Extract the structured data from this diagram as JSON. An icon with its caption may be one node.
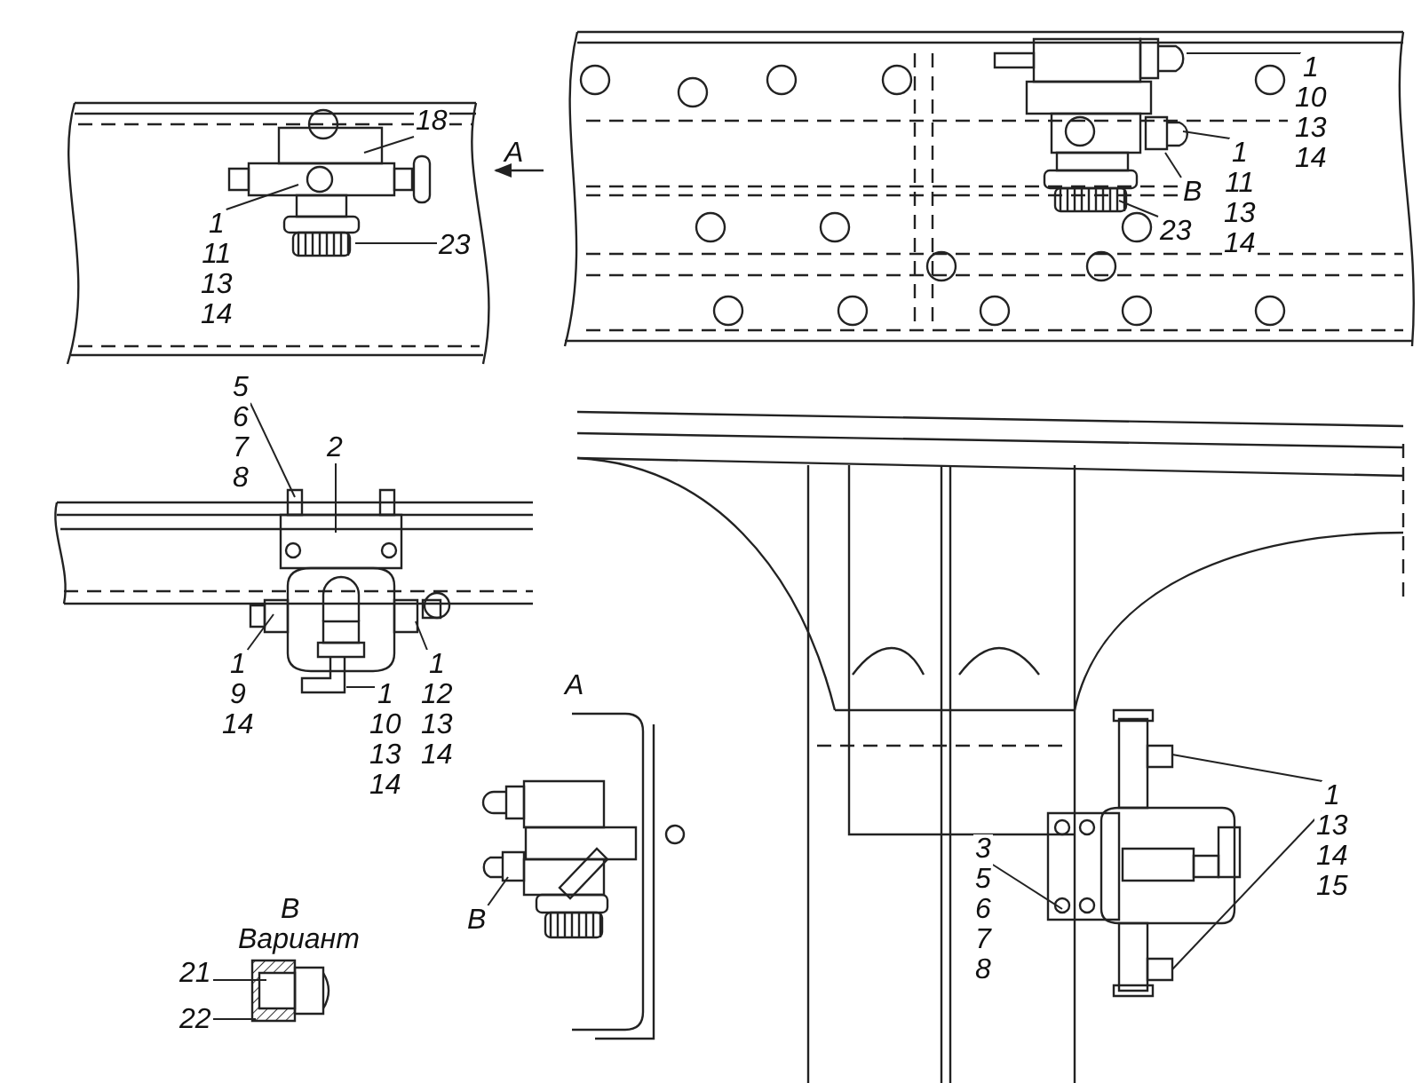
{
  "diagram": {
    "nodes": [
      {
        "text": [
          "18"
        ]
      },
      {
        "text": [
          "1",
          "11",
          "13",
          "14"
        ]
      },
      {
        "text": [
          "23"
        ]
      },
      {
        "text": [
          "1",
          "10",
          "13",
          "14"
        ]
      },
      {
        "text": [
          "1",
          "11",
          "13",
          "14"
        ]
      },
      {
        "text": [
          "B"
        ]
      },
      {
        "text": [
          "23"
        ]
      },
      {
        "text": [
          "5",
          "6",
          "7",
          "8"
        ]
      },
      {
        "text": [
          "2"
        ]
      },
      {
        "text": [
          "1",
          "9",
          "14"
        ]
      },
      {
        "text": [
          "1",
          "10",
          "13",
          "14"
        ]
      },
      {
        "text": [
          "1",
          "12",
          "13",
          "14"
        ]
      },
      {
        "text": [
          "B"
        ]
      },
      {
        "text": [
          "21"
        ]
      },
      {
        "text": [
          "22"
        ]
      },
      {
        "text": [
          "3",
          "5",
          "6",
          "7",
          "8"
        ]
      },
      {
        "text": [
          "1",
          "13",
          "14",
          "15"
        ]
      },
      {
        "text": [],
        "shape": "picture"
      },
      {
        "text": [],
        "shape": "picture"
      },
      {
        "text": [],
        "shape": "picture"
      },
      {
        "text": [],
        "shape": "picture"
      },
      {
        "text": [],
        "shape": "picture"
      },
      {
        "text": [],
        "shape": "picture"
      }
    ],
    "edges": [
      {
        "from": 0,
        "to": 17,
        "arrow": "none"
      },
      {
        "from": 1,
        "to": 17,
        "arrow": "none"
      },
      {
        "from": 2,
        "to": 17,
        "arrow": "none"
      },
      {
        "from": 3,
        "to": 18,
        "arrow": "none"
      },
      {
        "from": 4,
        "to": 18,
        "arrow": "none"
      },
      {
        "from": 5,
        "to": 18,
        "arrow": "none"
      },
      {
        "from": 6,
        "to": 18,
        "arrow": "none"
      },
      {
        "from": 7,
        "to": 19,
        "arrow": "none"
      },
      {
        "from": 8,
        "to": 19,
        "arrow": "none"
      },
      {
        "from": 9,
        "to": 19,
        "arrow": "none"
      },
      {
        "from": 10,
        "to": 19,
        "arrow": "none"
      },
      {
        "from": 11,
        "to": 19,
        "arrow": "none"
      },
      {
        "from": 12,
        "to": 20,
        "arrow": "none"
      },
      {
        "from": 13,
        "to": 21,
        "arrow": "none"
      },
      {
        "from": 14,
        "to": 21,
        "arrow": "none"
      },
      {
        "from": 15,
        "to": 22,
        "arrow": "none"
      },
      {
        "from": 16,
        "to": 22,
        "arrow": "none"
      },
      {
        "from": 16,
        "to": 22,
        "arrow": "none"
      }
    ],
    "labels": [
      "A",
      "A",
      "B",
      "Вариант"
    ]
  }
}
